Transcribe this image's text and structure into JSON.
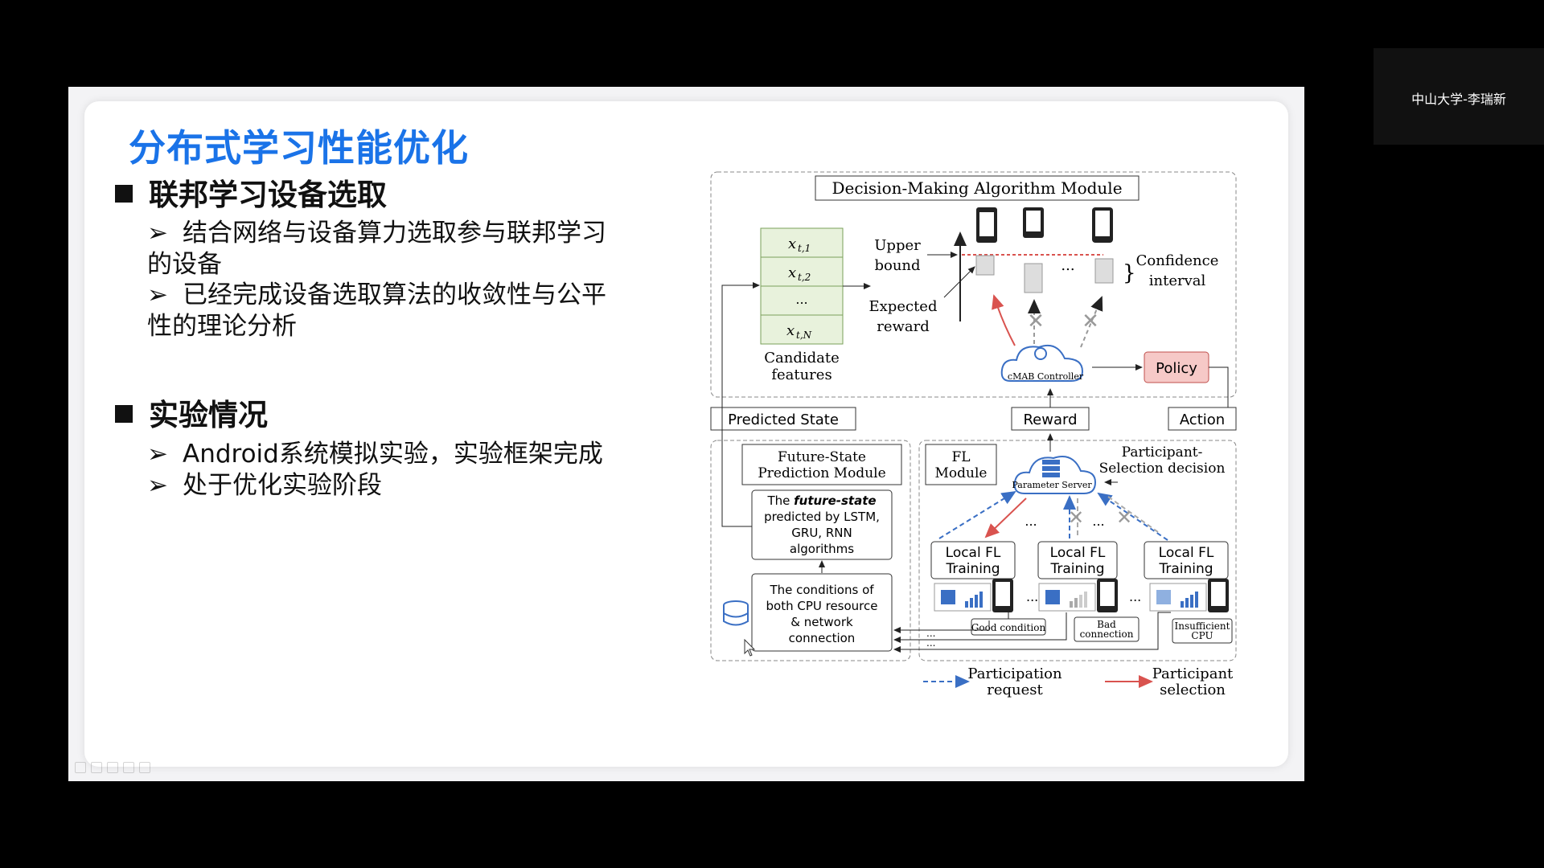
{
  "slide": {
    "title": "分布式学习性能优化",
    "section1": {
      "heading": "联邦学习设备选取",
      "bullets": [
        "结合网络与设备算力选取参与联邦学习的设备",
        "已经完成设备选取算法的收敛性与公平性的理论分析"
      ]
    },
    "section2": {
      "heading": "实验情况",
      "bullets": [
        "Android系统模拟实验，实验框架完成",
        "处于优化实验阶段"
      ]
    },
    "bullet_marker": "➢"
  },
  "participant_label": "中山大学-李瑞新",
  "diagram": {
    "dm_module": "Decision-Making Algorithm Module",
    "features": [
      "x",
      "x",
      "...",
      "x"
    ],
    "feature_subs": [
      "t,1",
      "t,2",
      "",
      "t,N"
    ],
    "candidate_features": [
      "Candidate",
      "features"
    ],
    "upper_bound": [
      "Upper",
      "bound"
    ],
    "expected_reward": [
      "Expected",
      "reward"
    ],
    "confidence_interval": [
      "Confidence",
      "interval"
    ],
    "cmab": "cMAB Controller",
    "policy": "Policy",
    "predicted_state": "Predicted State",
    "reward": "Reward",
    "action": "Action",
    "fsp_module": [
      "Future-State",
      "Prediction Module"
    ],
    "fs_text": [
      "The ",
      "future-state",
      "predicted by LSTM,",
      "GRU, RNN",
      "algorithms"
    ],
    "conditions": [
      "The conditions of",
      "both CPU resource",
      "& network",
      "connection"
    ],
    "fl_module": [
      "FL",
      "Module"
    ],
    "ps_decision": [
      "Participant-",
      "Selection decision"
    ],
    "parameter_server": "Parameter Server",
    "local_training": [
      "Local FL",
      "Training"
    ],
    "good_condition": "Good condition",
    "bad_connection": [
      "Bad",
      "connection"
    ],
    "insufficient_cpu": [
      "Insufficient",
      "CPU"
    ],
    "participation_request": [
      "Participation",
      "request"
    ],
    "participant_selection": [
      "Participant",
      "selection"
    ],
    "ellipsis": "...",
    "colors": {
      "accent_red": "#d9534f",
      "dash_blue": "#3a6fc4",
      "policy_fill": "#f6c9c7"
    }
  }
}
